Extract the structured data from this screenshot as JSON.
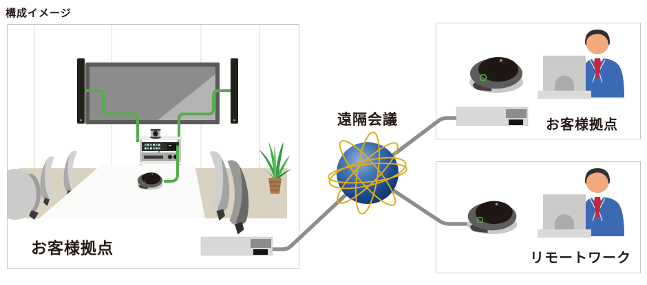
{
  "title": "構成イメージ",
  "labels": {
    "room_site": "お客様拠点",
    "network": "遠隔会議",
    "customer_site": "お客様拠点",
    "remote_work": "リモートワーク"
  },
  "icons": [
    "tv-display",
    "speaker-left-icon",
    "speaker-right-icon",
    "ptz-camera-icon",
    "codec-unit-icon",
    "audio-amp-icon",
    "speakerphone-icon",
    "office-chair-icon",
    "potted-plant-icon",
    "network-router-icon",
    "globe-network-icon",
    "office-worker-icon"
  ],
  "colors": {
    "text": "#231815",
    "panel_border": "#c5c5c3",
    "lan_cable_green": "#53ae4a",
    "wan_cable_gray": "#8d8d8b",
    "globe_blue": "#1c4c8e",
    "orbit_gold": "#e2ac1c",
    "suit_blue": "#3c69b4",
    "tie_red": "#c8233b",
    "floor_beige": "#d9d2c0"
  }
}
